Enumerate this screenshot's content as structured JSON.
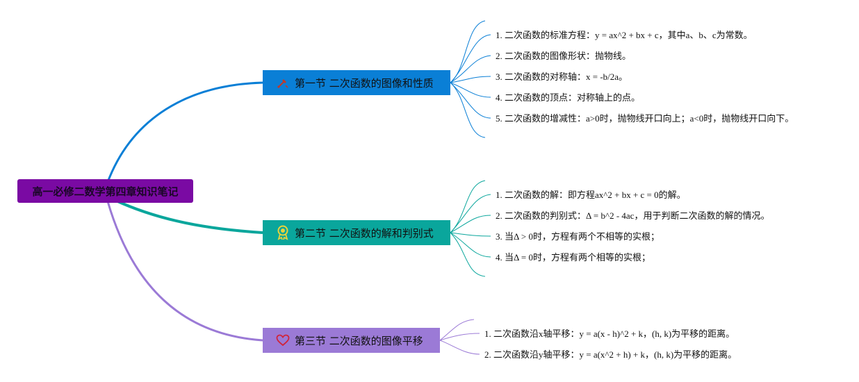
{
  "root": {
    "label": "高一必修二数学第四章知识笔记"
  },
  "colors": {
    "root": "#7a0aa3",
    "branch1": "#0a7fd6",
    "branch2": "#0aa69c",
    "branch3": "#9b7ad6"
  },
  "branches": [
    {
      "label": "第一节 二次函数的图像和性质",
      "icon": "pen-tool-icon",
      "leaves": [
        "1. 二次函数的标准方程：y = ax^2 + bx + c，其中a、b、c为常数。",
        "2. 二次函数的图像形状：抛物线。",
        "3. 二次函数的对称轴：x = -b/2a。",
        "4. 二次函数的顶点：对称轴上的点。",
        "5. 二次函数的增减性：a>0时，抛物线开口向上；a<0时，抛物线开口向下。"
      ]
    },
    {
      "label": "第二节 二次函数的解和判别式",
      "icon": "award-ribbon-icon",
      "leaves": [
        "1. 二次函数的解：即方程ax^2 + bx + c = 0的解。",
        "2. 二次函数的判别式：Δ = b^2 - 4ac，用于判断二次函数的解的情况。",
        "3. 当Δ > 0时，方程有两个不相等的实根；",
        "4. 当Δ = 0时，方程有两个相等的实根；"
      ]
    },
    {
      "label": "第三节 二次函数的图像平移",
      "icon": "heart-icon",
      "leaves": [
        "1. 二次函数沿x轴平移：y = a(x - h)^2 + k，(h, k)为平移的距离。",
        "2. 二次函数沿y轴平移：y = a(x^2 + h) + k，(h, k)为平移的距离。"
      ]
    }
  ]
}
